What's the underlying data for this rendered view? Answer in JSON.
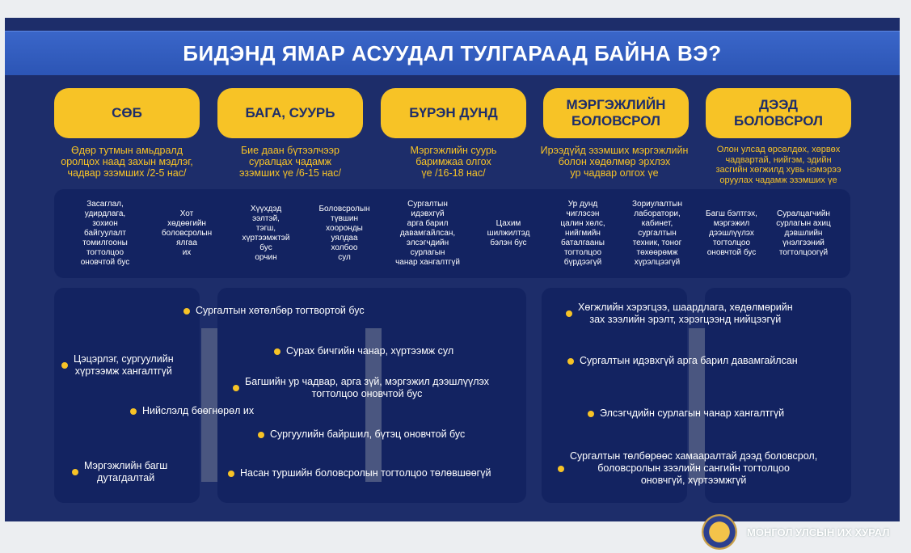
{
  "title": "БИДЭНД ЯМАР АСУУДАЛ ТУЛГАРААД БАЙНА ВЭ?",
  "levels": [
    {
      "label": "СӨБ",
      "desc": "Өдөр тутмын амьдралд\nоролцох наад захын мэдлэг,\nчадвар эзэмших /2-5 нас/"
    },
    {
      "label": "БАГА, СУУРЬ",
      "desc": "Бие даан бүтээлчээр\nсуралцах чадамж\nэзэмших үе /6-15 нас/"
    },
    {
      "label": "БҮРЭН ДУНД",
      "desc": "Мэргэжлийн суурь\nбаримжаа олгох\nүе /16-18 нас/"
    },
    {
      "label": "МЭРГЭЖЛИЙН\nБОЛОВСРОЛ",
      "desc": "Ирээдүйд эзэмших мэргэжлийн\nболон хөдөлмөр эрхлэх\nур чадвар олгох үе"
    },
    {
      "label": "ДЭЭД\nБОЛОВСРОЛ",
      "desc": "Олон улсад өрсөлдөх, хөрвөх\nчадвартай, нийгэм, эдийн\nзасгийн хөгжилд хувь нэмэрээ\nоруулах чадамж эзэмших үе"
    }
  ],
  "factors": [
    "Засаглал,\nудирдлага,\nзохион\nбайгуулалт\nтомилгооны\nтогтолцоо\nоновчтой бус",
    "Хот\nхөдөөгийн\nболовсролын\nялгаа\nих",
    "Хүүхдэд\nээлтэй,\nтэгш,\nхүртээмжтэй\nбус\nорчин",
    "Боловсролын\nтүвшин\nхооронды\nуялдаа\nхолбоо\nсул",
    "Сургалтын\nидэвхгүй\nарга барил\nдавамгайлсан,\nэлсэгчдийн\nсурлагын\nчанар хангалтгүй",
    "Цахим\nшилжилтэд\nбэлэн бус",
    "Ур дунд\nчиглэсэн\nцалин хөлс,\nнийгмийн\nбаталгааны\nтогтолцоо\nбүрдээгүй",
    "Зориулалтын\nлаборатори,\nкабинет,\nсургалтын\nтехник, тоног\nтөхөөрөмж\nхүрэлцээгүй",
    "Багш бэлтгэх,\nмэргэжил\nдээшлүүлэх\nтогтолцоо\nоновчтой бус",
    "Суралцагчийн\nсурлагын ахиц\nдэвшлийн\nүнэлгээний\nтогтолцоогүй"
  ],
  "left_issues": [
    "Сургалтын хөтөлбөр тогтвортой бус",
    "Цэцэрлэг, сургуулийн\nхүртээмж хангалтгүй",
    "Сурах бичгийн чанар, хүртээмж сул",
    "Багшийн ур чадвар, арга зүй, мэргэжил дээшлүүлэх\nтогтолцоо оновчтой бус",
    "Нийслэлд бөөгнөрөл их",
    "Сургуулийн байршил, бүтэц оновчтой бус",
    "Мэргэжлийн багш\nдутагдалтай",
    "Насан туршийн боловсролын тогтолцоо төлөвшөөгүй"
  ],
  "right_issues": [
    "Хөгжлийн хэрэгцээ, шаардлага, хөдөлмөрийн\nзах зээлийн эрэлт, хэрэгцээнд нийцээгүй",
    "Сургалтын идэвхгүй арга барил давамгайлсан",
    "Элсэгчдийн сурлагын чанар хангалтгүй",
    "Сургалтын төлбөрөөс хамааралтай дээд боловсрол,\nболовсролын зээлийн сангийн тогтолцоо\nоновчгүй, хүртээмжгүй"
  ],
  "footer": "МОНГОЛ УЛСЫН ИХ ХУРАЛ",
  "colors": {
    "background": "#1d2d6a",
    "accent": "#f7c326",
    "panel": "#132361",
    "title_bar": "#2c55b5"
  }
}
